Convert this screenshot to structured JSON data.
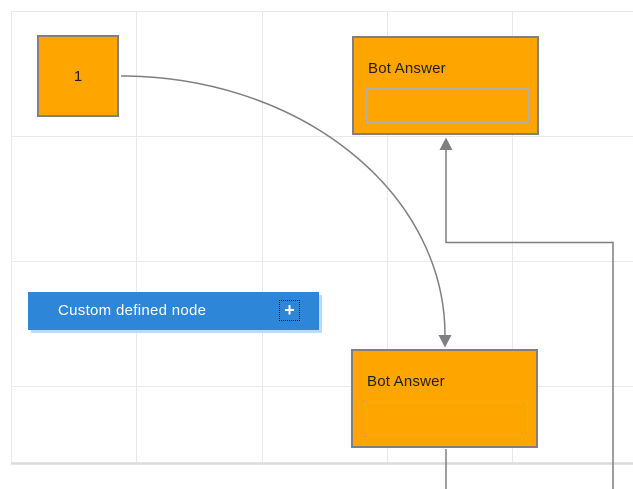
{
  "canvas": {
    "background": "#ffffff",
    "grid_color": "#e9e9e9",
    "boundary_color": "#dcdcdc"
  },
  "colors": {
    "node_fill": "#ffa500",
    "node_border": "#808080",
    "inner_box_border": "#b0b0b0",
    "node_text": "#1f1f1f",
    "custom_node_fill": "#2e86d8",
    "custom_node_text": "#ffffff",
    "connector": "#7f7f7f"
  },
  "nodes": {
    "start_node": {
      "label": "1"
    },
    "bot_answer_top": {
      "title": "Bot Answer"
    },
    "bot_answer_bottom": {
      "title": "Bot Answer"
    },
    "custom_node": {
      "label": "Custom defined node",
      "plus_icon": "+"
    }
  }
}
